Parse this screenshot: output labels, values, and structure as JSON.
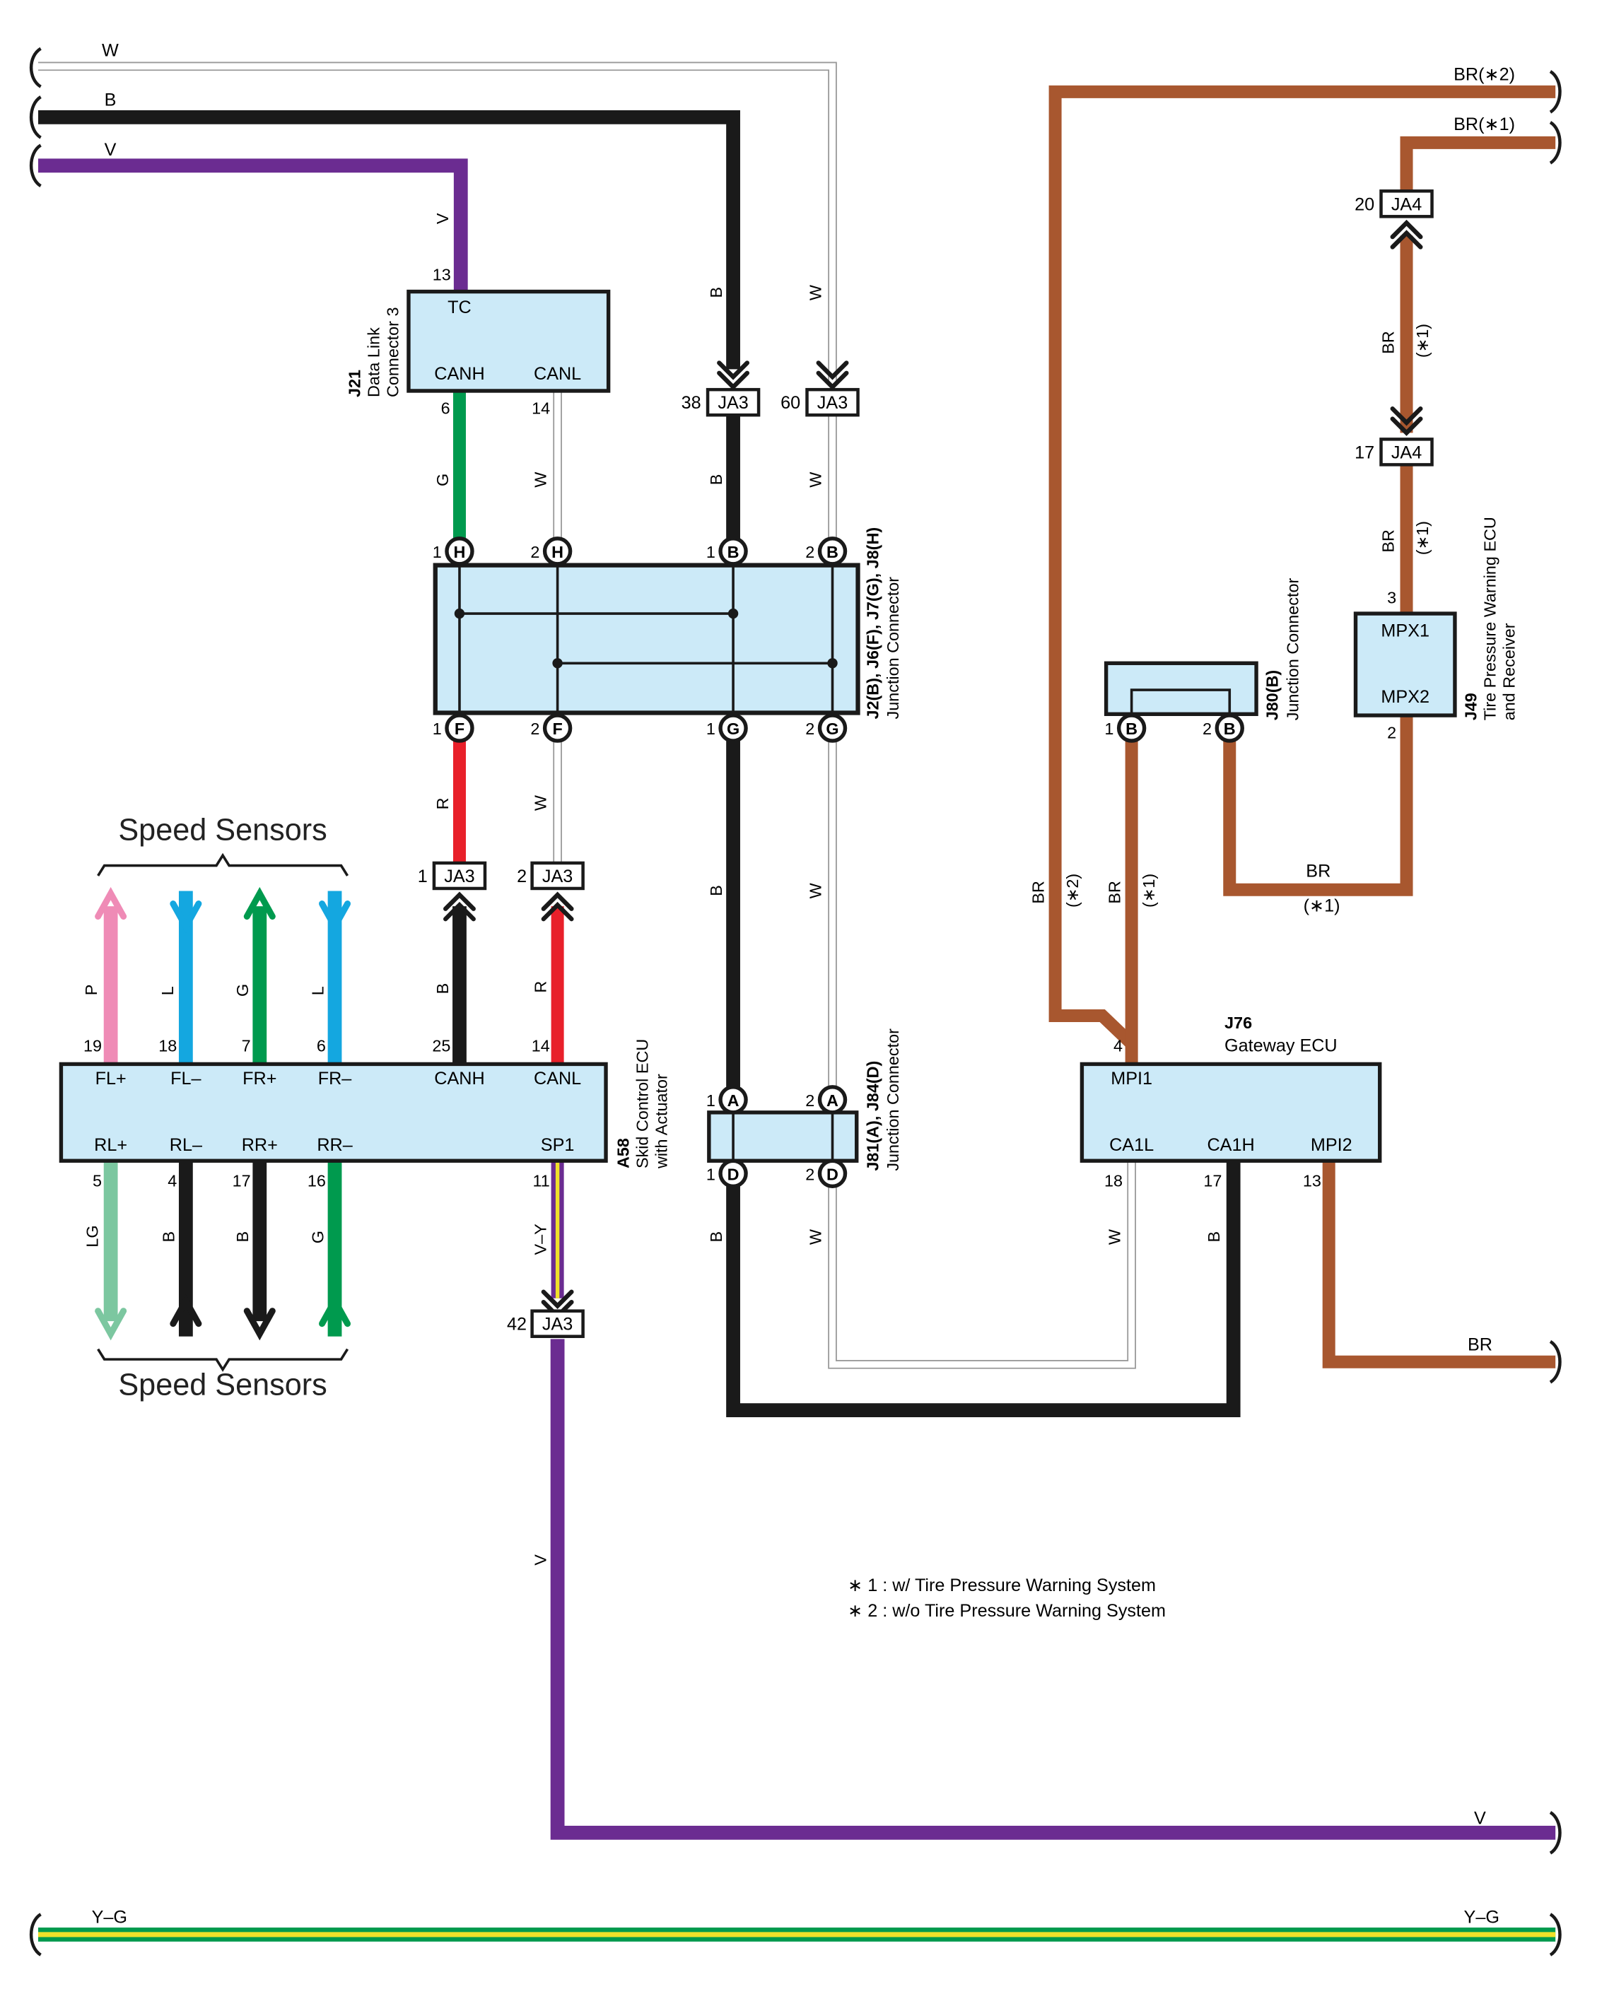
{
  "colors": {
    "W": "#ffffff",
    "B": "#1a1a1a",
    "V": "#6b2c91",
    "G": "#009a4e",
    "R": "#e8202a",
    "L": "#14a7e0",
    "P": "#ef8bb6",
    "LG": "#7cc7a0",
    "BR": "#a8572f",
    "Y": "#f0e12a",
    "box": "#cceaf8"
  },
  "wire_labels": {
    "top_w": "W",
    "top_b": "B",
    "top_v": "V",
    "v13": "V",
    "b_vert": "B",
    "w_vert": "W",
    "g6": "G",
    "w14": "W",
    "b38": "B",
    "w60": "W",
    "r1": "R",
    "w2": "W",
    "b_lower": "B",
    "w_lower": "W",
    "p19": "P",
    "l18": "L",
    "g7": "G",
    "l6": "L",
    "b25": "B",
    "r14": "R",
    "lg5": "LG",
    "b4": "B",
    "b17": "B",
    "g16": "G",
    "vy11": "V–Y",
    "v_main": "V",
    "b_j81": "B",
    "w_j81": "W",
    "w18": "W",
    "b17g": "B",
    "br13": "BR",
    "br_left": "BR",
    "br_left_n": "(∗2)",
    "br_mid": "BR",
    "br_mid_n": "(∗1)",
    "br_j80": "BR",
    "br_j80_n": "(∗1)",
    "br_ja4": "BR",
    "br_ja4_n": "(∗1)",
    "br_j49": "BR",
    "br_j49_n": "(∗1)",
    "br2_top": "BR(∗2)",
    "br1_top": "BR(∗1)",
    "v_bottom": "V",
    "yg_left": "Y–G",
    "yg_right": "Y–G"
  },
  "components": {
    "j21": {
      "code": "J21",
      "name_line1": "Data Link",
      "name_line2": "Connector 3",
      "terminals": {
        "tc": "TC",
        "canh": "CANH",
        "canl": "CANL"
      },
      "pins": {
        "tc": "13",
        "canh": "6",
        "canl": "14"
      }
    },
    "junction_top": {
      "code": "J2(B), J6(F), J7(G), J8(H)",
      "name": "Junction Connector",
      "pins": {
        "h1": "1",
        "h2": "2",
        "b1": "1",
        "b2": "2",
        "f1": "1",
        "f2": "2",
        "g1": "1",
        "g2": "2"
      },
      "letters": {
        "h": "H",
        "b": "B",
        "f": "F",
        "g": "G"
      }
    },
    "a58": {
      "code": "A58",
      "name_line1": "Skid Control ECU",
      "name_line2": "with Actuator",
      "terminals": {
        "flp": "FL+",
        "flm": "FL–",
        "frp": "FR+",
        "frm": "FR–",
        "canh": "CANH",
        "canl": "CANL",
        "rlp": "RL+",
        "rlm": "RL–",
        "rrp": "RR+",
        "rrm": "RR–",
        "sp1": "SP1"
      },
      "pins": {
        "flp": "19",
        "flm": "18",
        "frp": "7",
        "frm": "6",
        "canh": "25",
        "canl": "14",
        "rlp": "5",
        "rlm": "4",
        "rrp": "17",
        "rrm": "16",
        "sp1": "11"
      }
    },
    "j81": {
      "code": "J81(A), J84(D)",
      "name": "Junction Connector",
      "pins": {
        "a1": "1",
        "a2": "2",
        "d1": "1",
        "d2": "2"
      },
      "letters": {
        "a": "A",
        "d": "D"
      }
    },
    "j76": {
      "code": "J76",
      "name": "Gateway ECU",
      "terminals": {
        "mpi1": "MPI1",
        "ca1l": "CA1L",
        "ca1h": "CA1H",
        "mpi2": "MPI2"
      },
      "pins": {
        "mpi1": "4",
        "ca1l": "18",
        "ca1h": "17",
        "mpi2": "13"
      }
    },
    "j80": {
      "code": "J80(B)",
      "name": "Junction Connector",
      "pins": {
        "b1": "1",
        "b2": "2"
      },
      "letters": {
        "b": "B"
      }
    },
    "j49": {
      "code": "J49",
      "name_line1": "Tire Pressure Warning ECU",
      "name_line2": "and Receiver",
      "terminals": {
        "mpx1": "MPX1",
        "mpx2": "MPX2"
      },
      "pins": {
        "mpx1": "3",
        "mpx2": "2"
      }
    }
  },
  "connectors": {
    "ja3_38": {
      "id": "JA3",
      "pin": "38"
    },
    "ja3_60": {
      "id": "JA3",
      "pin": "60"
    },
    "ja3_1": {
      "id": "JA3",
      "pin": "1"
    },
    "ja3_2": {
      "id": "JA3",
      "pin": "2"
    },
    "ja3_42": {
      "id": "JA3",
      "pin": "42"
    },
    "ja4_20": {
      "id": "JA4",
      "pin": "20"
    },
    "ja4_17": {
      "id": "JA4",
      "pin": "17"
    }
  },
  "speed_sensors": {
    "top": "Speed Sensors",
    "bottom": "Speed Sensors"
  },
  "notes": {
    "n1": "∗ 1 : w/ Tire Pressure Warning System",
    "n2": "∗ 2 : w/o Tire Pressure Warning System"
  }
}
